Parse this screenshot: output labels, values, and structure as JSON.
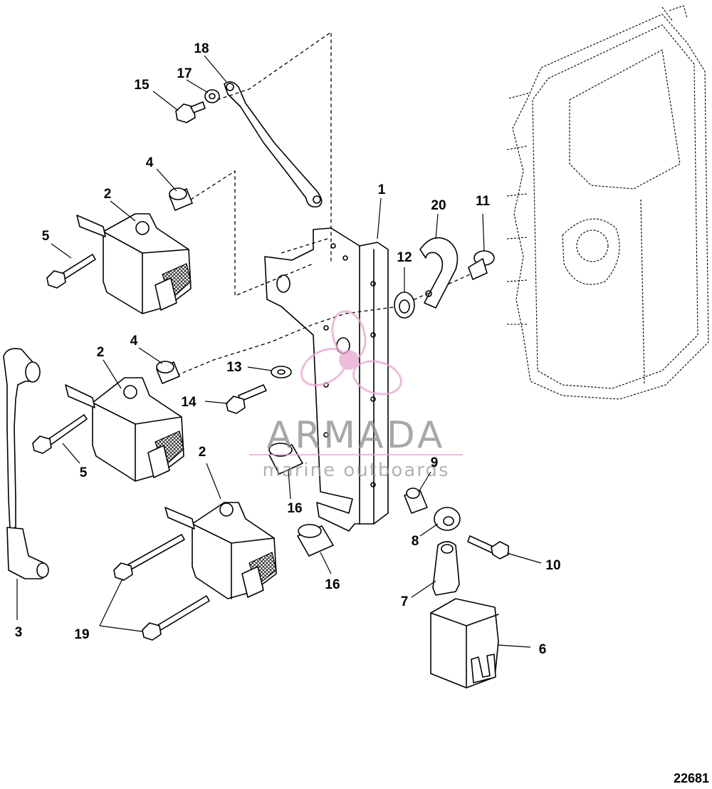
{
  "diagram": {
    "drawing_number": "22681",
    "callouts": [
      "1",
      "2",
      "2",
      "2",
      "3",
      "4",
      "4",
      "5",
      "5",
      "6",
      "7",
      "8",
      "9",
      "10",
      "11",
      "12",
      "13",
      "14",
      "15",
      "16",
      "16",
      "17",
      "18",
      "19",
      "20"
    ]
  },
  "watermark": {
    "title": "ARMADA",
    "subtitle": "marine outboards",
    "color": "#e8a6cf"
  }
}
